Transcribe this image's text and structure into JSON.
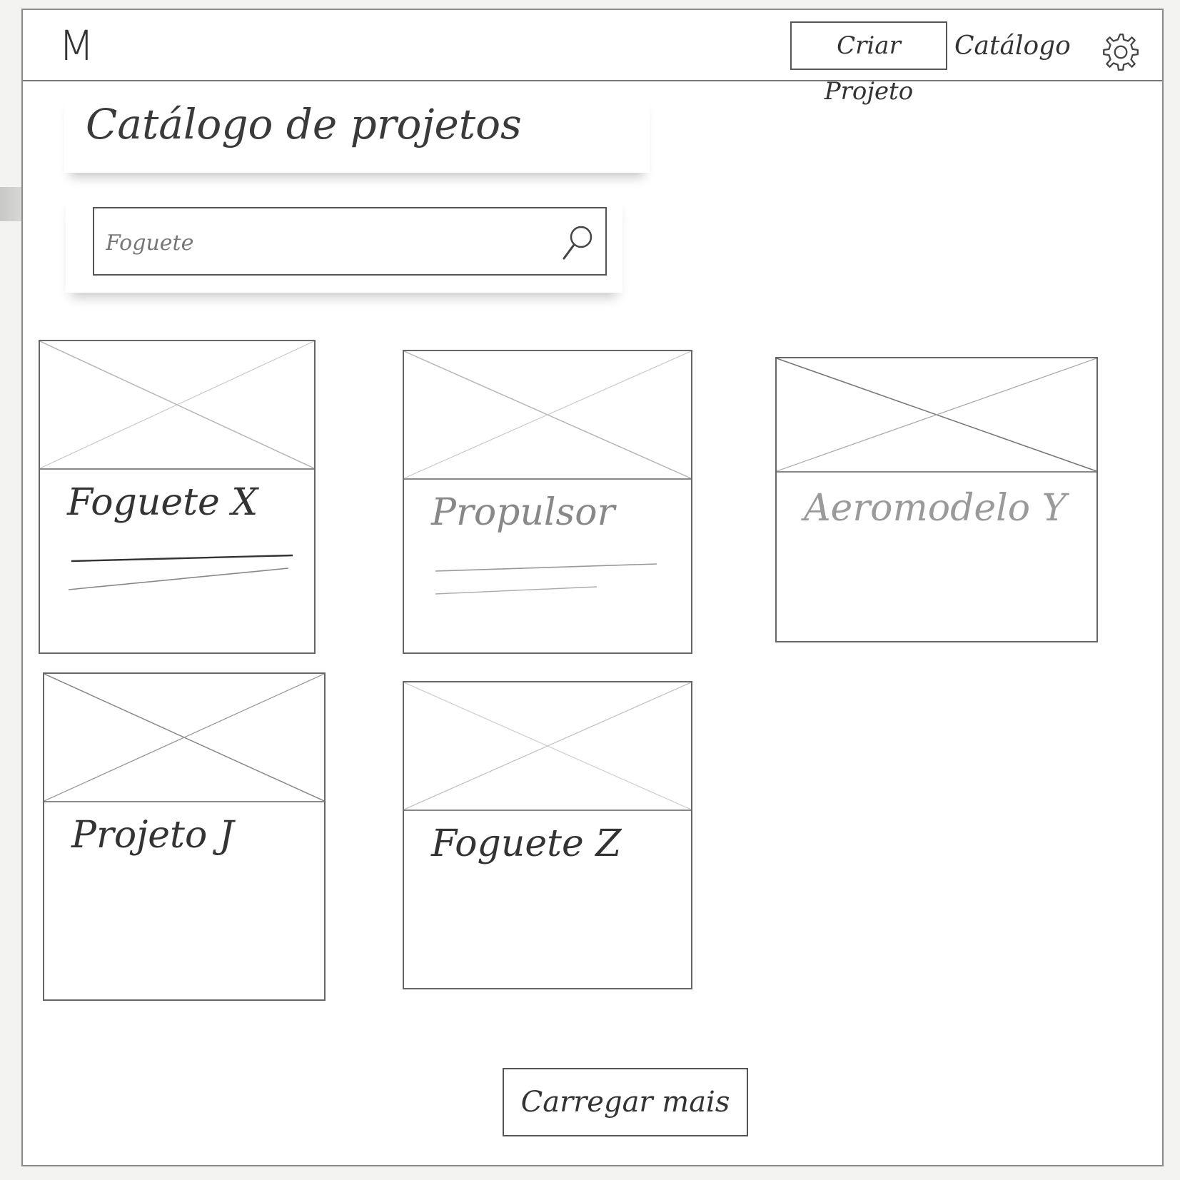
{
  "app": {
    "logo_text": "M"
  },
  "navbar": {
    "create_button_label": "Criar Projeto",
    "catalog_link_label": "Catálogo",
    "settings_icon": "gear-icon"
  },
  "page": {
    "title": "Catálogo de projetos"
  },
  "search": {
    "value": "Foguete",
    "icon": "search-icon"
  },
  "projects": [
    {
      "name": "Foguete X",
      "has_description": true
    },
    {
      "name": "Propulsor",
      "has_description": true
    },
    {
      "name": "Aeromodelo Y",
      "has_description": false
    },
    {
      "name": "Projeto J",
      "has_description": false
    },
    {
      "name": "Foguete Z",
      "has_description": false
    }
  ],
  "footer": {
    "load_more_label": "Carregar mais"
  }
}
